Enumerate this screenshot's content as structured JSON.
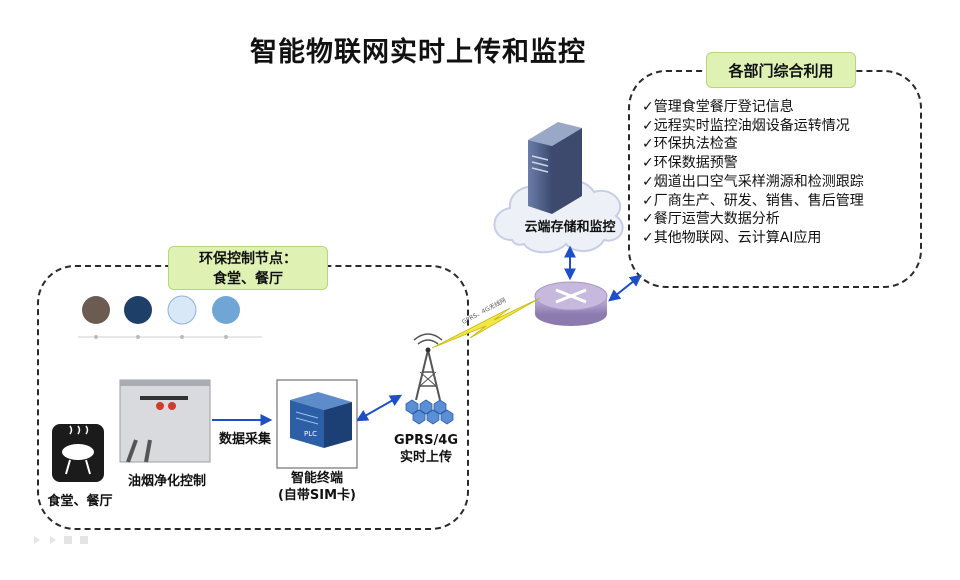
{
  "title": "智能物联网实时上传和监控",
  "departments": {
    "tag": "各部门综合利用",
    "uses": [
      "✓管理食堂餐厅登记信息",
      "✓远程实时监控油烟设备运转情况",
      "✓环保执法检查",
      "✓环保数据预警",
      "✓烟道出口空气采样溯源和检测跟踪",
      "✓厂商生产、研发、销售、售后管理",
      "✓餐厅运营大数据分析",
      "✓其他物联网、云计算AI应用"
    ]
  },
  "node": {
    "tag_line1": "环保控制节点：",
    "tag_line2": "食堂、餐厅"
  },
  "labels": {
    "cloud": "云端存储和监控",
    "canteen": "食堂、餐厅",
    "fume": "油烟净化控制",
    "collect": "数据采集",
    "terminal_line1": "智能终端",
    "terminal_line2": "(自带SIM卡)",
    "plc": "PLC",
    "tower_line1": "GPRS/4G",
    "tower_line2": "实时上传",
    "wireless": "GPRS、4G无线网"
  },
  "colors": {
    "arrow": "#1f4fc8",
    "tag_fill": "#dff2b4",
    "router": "#b3a3cc",
    "plc": "#2d5fa6"
  }
}
